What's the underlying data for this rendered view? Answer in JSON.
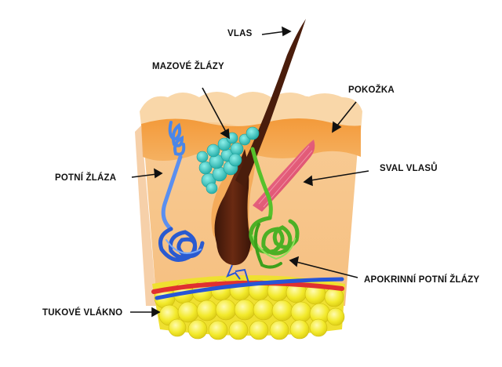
{
  "labels": {
    "vlas": "VLAS",
    "mazove_zlazy": "MAZOVÉ ŽLÁZY",
    "pokozka": "POKOŽKA",
    "potni_zlaza": "POTNÍ ŽLÁZA",
    "sval_vlasu": "SVAL VLASŮ",
    "apokrinni_potni_zlazy": "APOKRINNÍ POTNÍ ŽLÁZY",
    "tukove_vlakno": "TUKOVÉ VLÁKNO"
  },
  "colors": {
    "epidermis": "#f6c488",
    "dermis": "#f7c186",
    "hair": "#4a1d0c",
    "sebaceous": "#3fc7c0",
    "sweat_gland": "#3d6fd6",
    "apocrine_gland": "#56c12b",
    "muscle": "#e8516e",
    "fat": "#f1e82a",
    "artery": "#e03030",
    "vein": "#2755d6"
  }
}
